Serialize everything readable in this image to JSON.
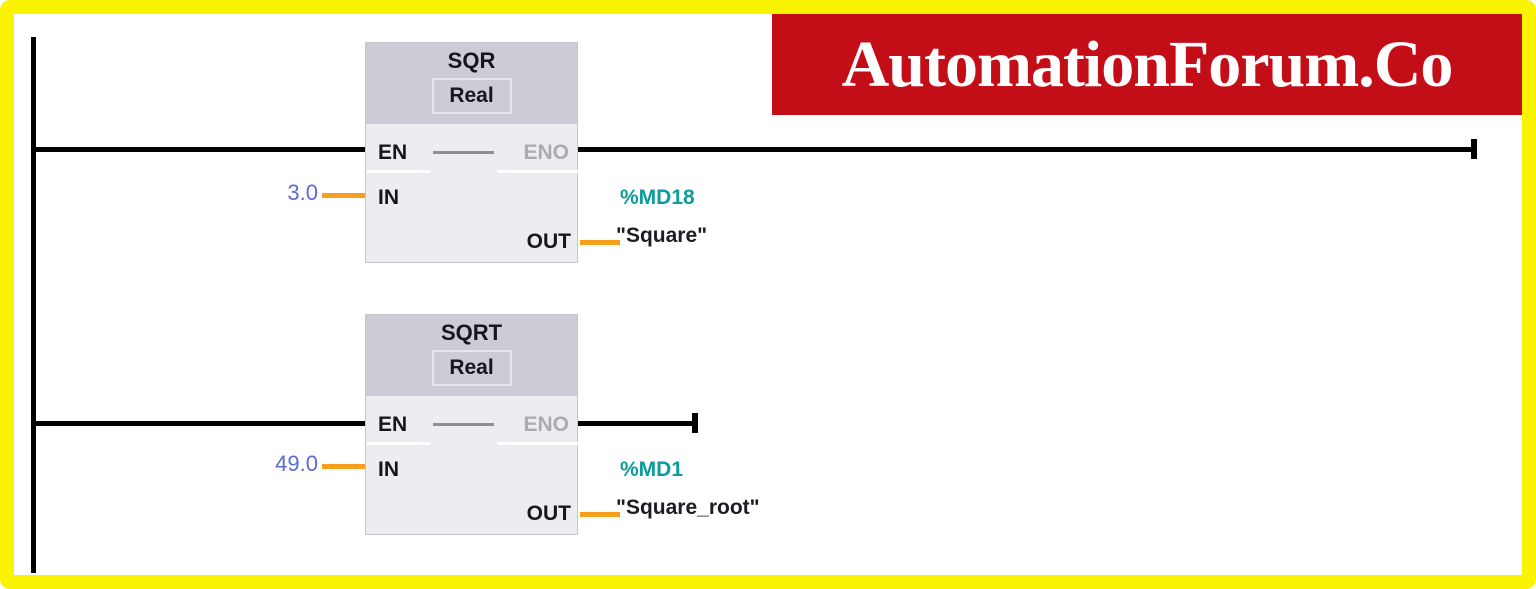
{
  "banner": {
    "text": "AutomationForum.Co",
    "background": "#C30D17",
    "text_color": "#FFFFFF"
  },
  "ladder": {
    "rungs": [
      {
        "block": {
          "title": "SQR",
          "data_type": "Real",
          "pins": {
            "en": "EN",
            "eno": "ENO",
            "in": "IN",
            "out": "OUT"
          },
          "input_value": "3.0",
          "output": {
            "address": "%MD18",
            "symbol": "\"Square\""
          }
        }
      },
      {
        "block": {
          "title": "SQRT",
          "data_type": "Real",
          "pins": {
            "en": "EN",
            "eno": "ENO",
            "in": "IN",
            "out": "OUT"
          },
          "input_value": "49.0",
          "output": {
            "address": "%MD1",
            "symbol": "\"Square_root\""
          }
        }
      }
    ]
  },
  "colors": {
    "frame_yellow": "#FAF402",
    "banner_red": "#C30D17",
    "wire_black": "#000000",
    "wire_orange": "#F8A01E",
    "operand_teal": "#0D9B9B",
    "value_blue": "#5A6BD4",
    "block_header_gray": "#CCCCD6",
    "block_body_gray": "#ECECF1",
    "disabled_pin_gray": "#ABABB3"
  }
}
